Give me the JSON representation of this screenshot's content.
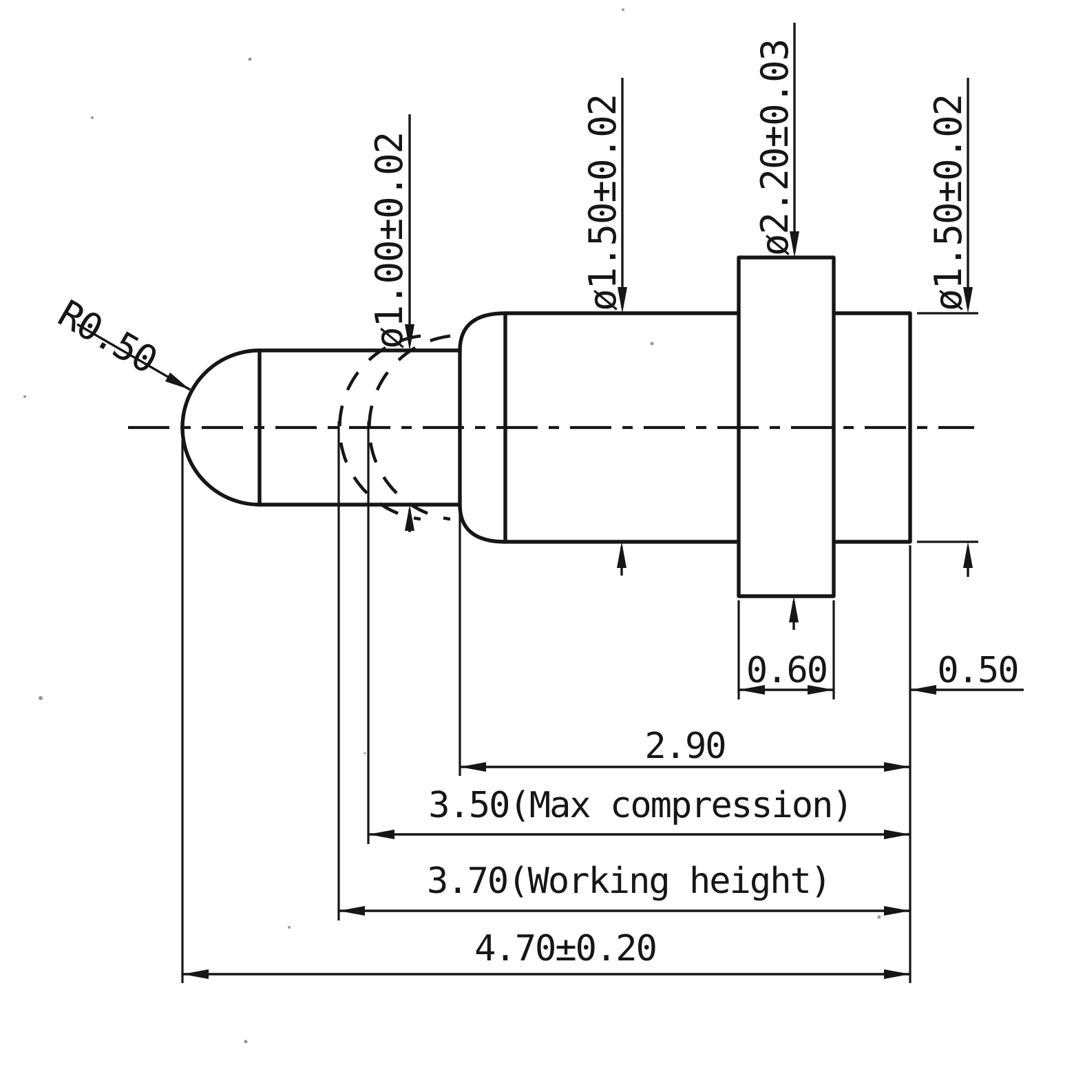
{
  "drawing": {
    "description": "Dimensioned side view of a spring-loaded pogo pin contact",
    "colors": {
      "ink": "#161616",
      "paper": "#ffffff"
    },
    "labels": {
      "tip_radius": "R0.50",
      "plunger_diameter": "ø1.00±0.02",
      "barrel_diameter": "ø1.50±0.02",
      "flange_diameter": "ø2.20±0.03",
      "tail_diameter": "ø1.50±0.02",
      "flange_thickness": "0.60",
      "tail_length": "0.50",
      "barrel_length": "2.90",
      "max_compression": "3.50(Max compression)",
      "working_height": "3.70(Working height)",
      "overall_length": "4.70±0.20"
    }
  }
}
